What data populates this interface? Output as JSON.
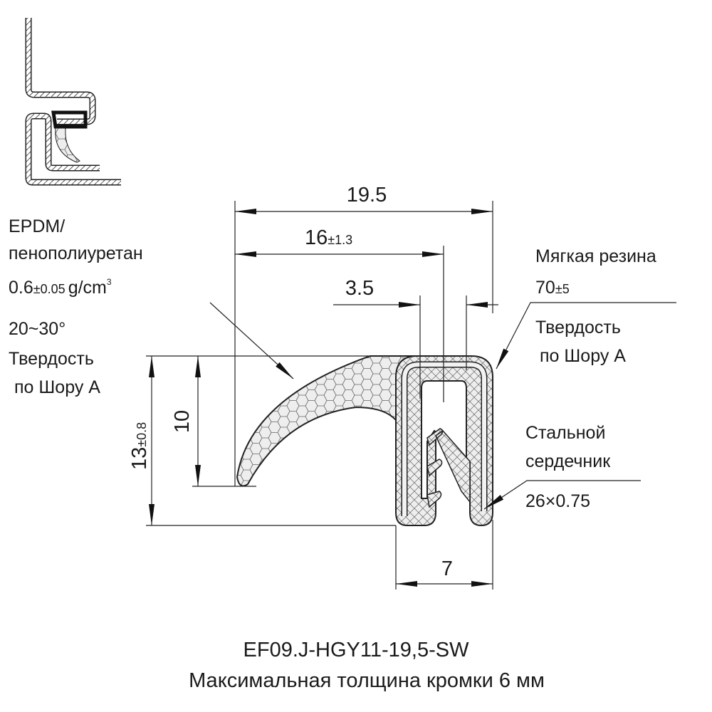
{
  "dimensions": {
    "overall_width": "19.5",
    "lip_width": "16",
    "lip_width_tol": "±1.3",
    "offset": "3.5",
    "channel_width": "7",
    "total_height": "13",
    "total_height_tol": "±0.8",
    "lip_height": "10"
  },
  "labels": {
    "lip_material_1": "EPDM/",
    "lip_material_2": "пенополиуретан",
    "lip_density_value": "0.6",
    "lip_density_tol": "±0.05",
    "lip_density_unit": "g/cm",
    "lip_density_exp": "3",
    "lip_hardness": "20~30°",
    "lip_hardness_label_1": "Твердость",
    "lip_hardness_label_2": "по Шору А",
    "body_material": "Мягкая резина",
    "body_hardness_value": "70",
    "body_hardness_tol": "±5",
    "body_hardness_label_1": "Твердость",
    "body_hardness_label_2": "по Шору А",
    "core_label_1": "Стальной",
    "core_label_2": "сердечник",
    "core_size": "26×0.75"
  },
  "caption": {
    "part_number": "EF09.J-HGY11-19,5-SW",
    "description": "Максимальная толщина кромки 6 мм"
  }
}
